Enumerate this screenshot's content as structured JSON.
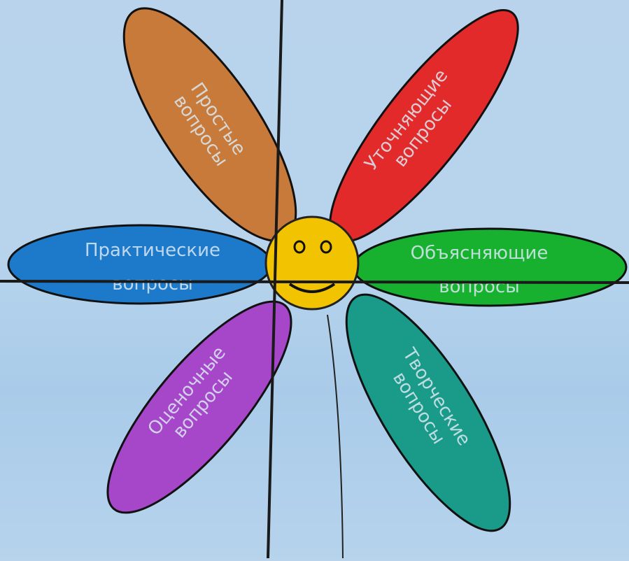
{
  "diagram": {
    "center": {
      "face": "smiley"
    },
    "petals": [
      {
        "id": "prostye",
        "lines": [
          "Простые",
          "вопросы"
        ],
        "color": "#c87a3a"
      },
      {
        "id": "utochnyayushchie",
        "lines": [
          "Уточняющие",
          "вопросы"
        ],
        "color": "#e22a2a"
      },
      {
        "id": "obyasnyayushchie",
        "lines": [
          "Объясняющие",
          "вопросы"
        ],
        "color": "#17b12f"
      },
      {
        "id": "tvorcheskie",
        "lines": [
          "Творческие",
          "вопросы"
        ],
        "color": "#1a9a88"
      },
      {
        "id": "otsenochnye",
        "lines": [
          "Оценочные",
          "вопросы"
        ],
        "color": "#a646c9"
      },
      {
        "id": "prakticheskie",
        "lines": [
          "Практические",
          "вопросы"
        ],
        "color": "#1d79c9"
      }
    ]
  }
}
